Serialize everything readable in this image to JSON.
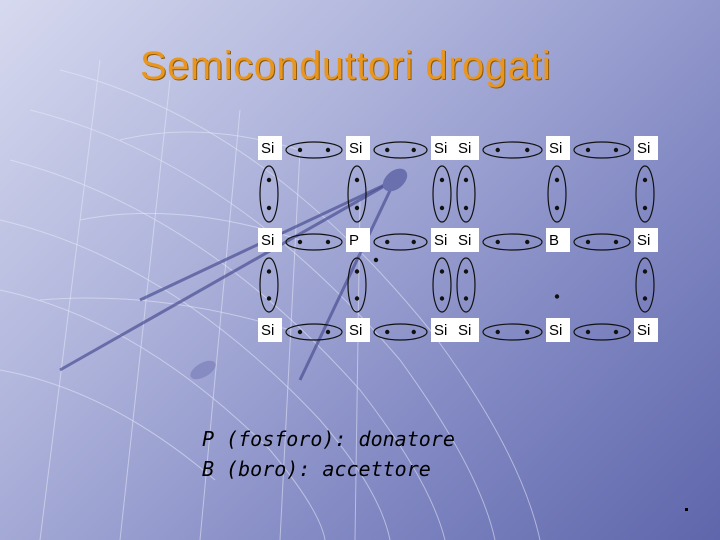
{
  "slide": {
    "title": "Semiconduttori drogati",
    "legend": {
      "line1": "P (fosforo): donatore",
      "line2": "B (boro): accettore"
    }
  },
  "lattice": {
    "rows": [
      [
        "Si",
        "Si",
        "Si",
        "Si",
        "Si",
        "Si"
      ],
      [
        "Si",
        "P",
        "Si",
        "Si",
        "B",
        "Si"
      ],
      [
        "Si",
        "Si",
        "Si",
        "Si",
        "Si",
        "Si"
      ]
    ],
    "extra_electron_near": "P",
    "hole_near": "B"
  },
  "colors": {
    "title": "#e89620",
    "background_light": "#d6d9ee",
    "background_dark": "#5f66ab"
  }
}
